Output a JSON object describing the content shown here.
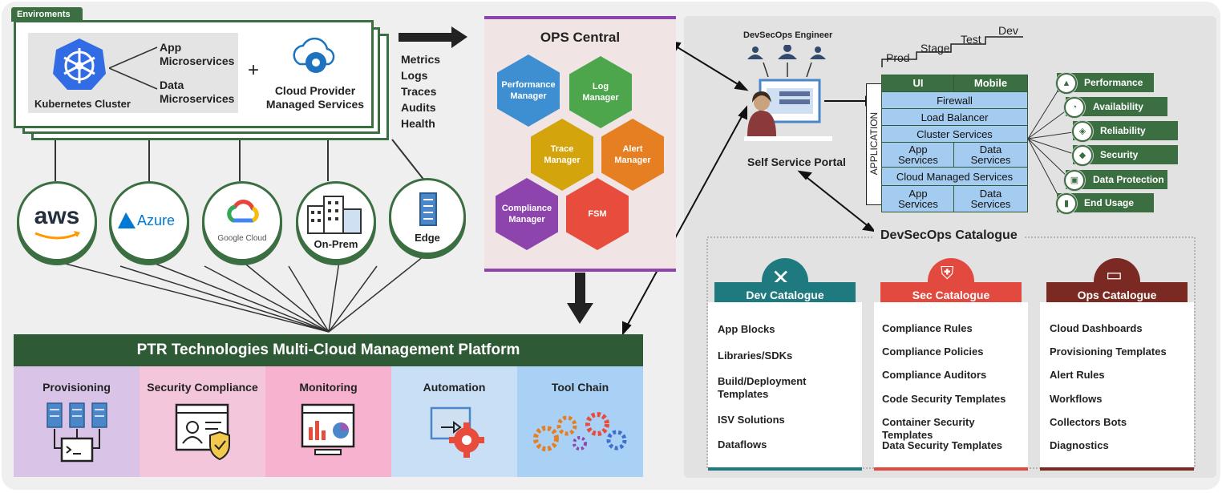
{
  "environments": {
    "tag": "Enviroments",
    "kubernetes_label": "Kubernetes Cluster",
    "app_microservices": [
      "App",
      "Microservices"
    ],
    "data_microservices": [
      "Data",
      "Microservices"
    ],
    "plus": "+",
    "cloud_provider": [
      "Cloud Provider",
      "Managed Services"
    ]
  },
  "telemetry": [
    "Metrics",
    "Logs",
    "Traces",
    "Audits",
    "Health"
  ],
  "providers": {
    "aws": "aws",
    "azure": "Azure",
    "google": "Google Cloud",
    "onprem": "On-Prem",
    "edge": "Edge"
  },
  "ops_central": {
    "title": "OPS Central",
    "hexes": [
      {
        "label": [
          "Performance",
          "Manager"
        ],
        "color": "#3d8fd1"
      },
      {
        "label": [
          "Log",
          "Manager"
        ],
        "color": "#4ea64c"
      },
      {
        "label": [
          "Trace",
          "Manager"
        ],
        "color": "#d4a40c"
      },
      {
        "label": [
          "Alert",
          "Manager"
        ],
        "color": "#e67e22"
      },
      {
        "label": [
          "Compliance",
          "Manager"
        ],
        "color": "#8e44ad"
      },
      {
        "label": [
          "FSM"
        ],
        "color": "#e74c3c"
      }
    ]
  },
  "platform": {
    "title": "PTR Technologies Multi-Cloud Management Platform",
    "columns": [
      {
        "label": "Provisioning",
        "color": "#d9c4e8"
      },
      {
        "label": "Security Compliance",
        "color": "#f4c6dc"
      },
      {
        "label": "Monitoring",
        "color": "#f6b2cf"
      },
      {
        "label": "Automation",
        "color": "#c8dff5"
      },
      {
        "label": "Tool Chain",
        "color": "#a9d1f5"
      }
    ]
  },
  "portal": {
    "engineer": "DevSecOps Engineer",
    "label": "Self Service Portal",
    "stages": [
      "Prod",
      "Stage",
      "Test",
      "Dev"
    ]
  },
  "application": {
    "side_label": "APPLICATION",
    "header": [
      "UI",
      "Mobile"
    ],
    "rows": [
      "Firewall",
      "Load Balancer",
      "Cluster Services"
    ],
    "services_1": [
      [
        "App",
        "Services"
      ],
      [
        "Data",
        "Services"
      ]
    ],
    "cloud_managed": "Cloud Managed Services",
    "services_2": [
      [
        "App",
        "Services"
      ],
      [
        "Data",
        "Services"
      ]
    ]
  },
  "qualities": [
    "Performance",
    "Availability",
    "Reliability",
    "Security",
    "Data Protection",
    "End Usage"
  ],
  "catalogue": {
    "title": "DevSecOps Catalogue",
    "dev": {
      "title": "Dev Catalogue",
      "color": "#1f7a80",
      "items": [
        "App Blocks",
        "Libraries/SDKs",
        "Build/Deployment Templates",
        "ISV Solutions",
        "Dataflows"
      ]
    },
    "sec": {
      "title": "Sec Catalogue",
      "color": "#e2493f",
      "items": [
        "Compliance Rules",
        "Compliance Policies",
        "Compliance Auditors",
        "Code Security Templates",
        "Container Security Templates",
        "Data Security Templates"
      ]
    },
    "ops": {
      "title": "Ops Catalogue",
      "color": "#7a2a22",
      "items": [
        "Cloud Dashboards",
        "Provisioning Templates",
        "Alert Rules",
        "Workflows",
        "Collectors Bots",
        "Diagnostics"
      ]
    }
  }
}
